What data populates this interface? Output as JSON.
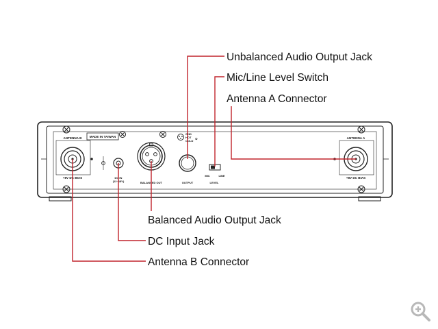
{
  "callouts": {
    "unbalanced": "Unbalanced Audio Output Jack",
    "mic_line": "Mic/Line Level Switch",
    "antenna_a": "Antenna A Connector",
    "balanced": "Balanced Audio Output Jack",
    "dc_input": "DC Input Jack",
    "antenna_b": "Antenna B Connector"
  },
  "panel": {
    "antenna_b": "ANTENNA B",
    "antenna_a": "ANTENNA A",
    "bias_left": "+8V DC BIAS",
    "bias_right": "+8V DC BIAS",
    "made_in": "MADE IN TAIWAN",
    "dc_in": "DC IN",
    "dc_volt": "(12~18V)",
    "balanced_out": "BALANCED OUT",
    "output": "OUTPUT",
    "level": "LEVEL",
    "mic": "MIC",
    "line": "LINE",
    "pin1": "GND",
    "pin2": "HOT",
    "pin3": "COLD"
  },
  "colors": {
    "leader": "#c0232b",
    "ink": "#222222"
  },
  "icons": {
    "zoom": "zoom-in-icon"
  }
}
